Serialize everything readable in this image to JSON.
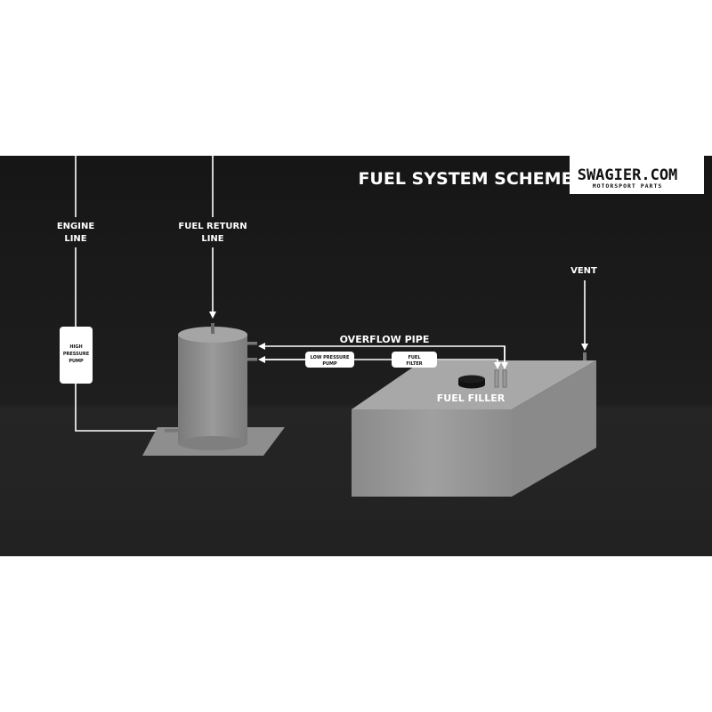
{
  "title": "FUEL SYSTEM SCHEME",
  "logo": {
    "name": "SWAGIER.COM",
    "tagline": "MOTORSPORT PARTS"
  },
  "labels": {
    "engine_line": [
      "ENGINE",
      "LINE"
    ],
    "fuel_return_line": [
      "FUEL RETURN",
      "LINE"
    ],
    "high_pressure_pump": [
      "HIGH",
      "PRESSURE",
      "PUMP"
    ],
    "overflow_pipe": "OVERFLOW PIPE",
    "low_pressure_pump": [
      "LOW PRESSURE",
      "PUMP"
    ],
    "fuel_filter": [
      "FUEL",
      "FILTER"
    ],
    "fuel_filler": "FUEL FILLER",
    "vent": "VENT"
  },
  "colors": {
    "background": "#1c1c1c",
    "component": "#8f8f8f",
    "line": "#ffffff"
  }
}
